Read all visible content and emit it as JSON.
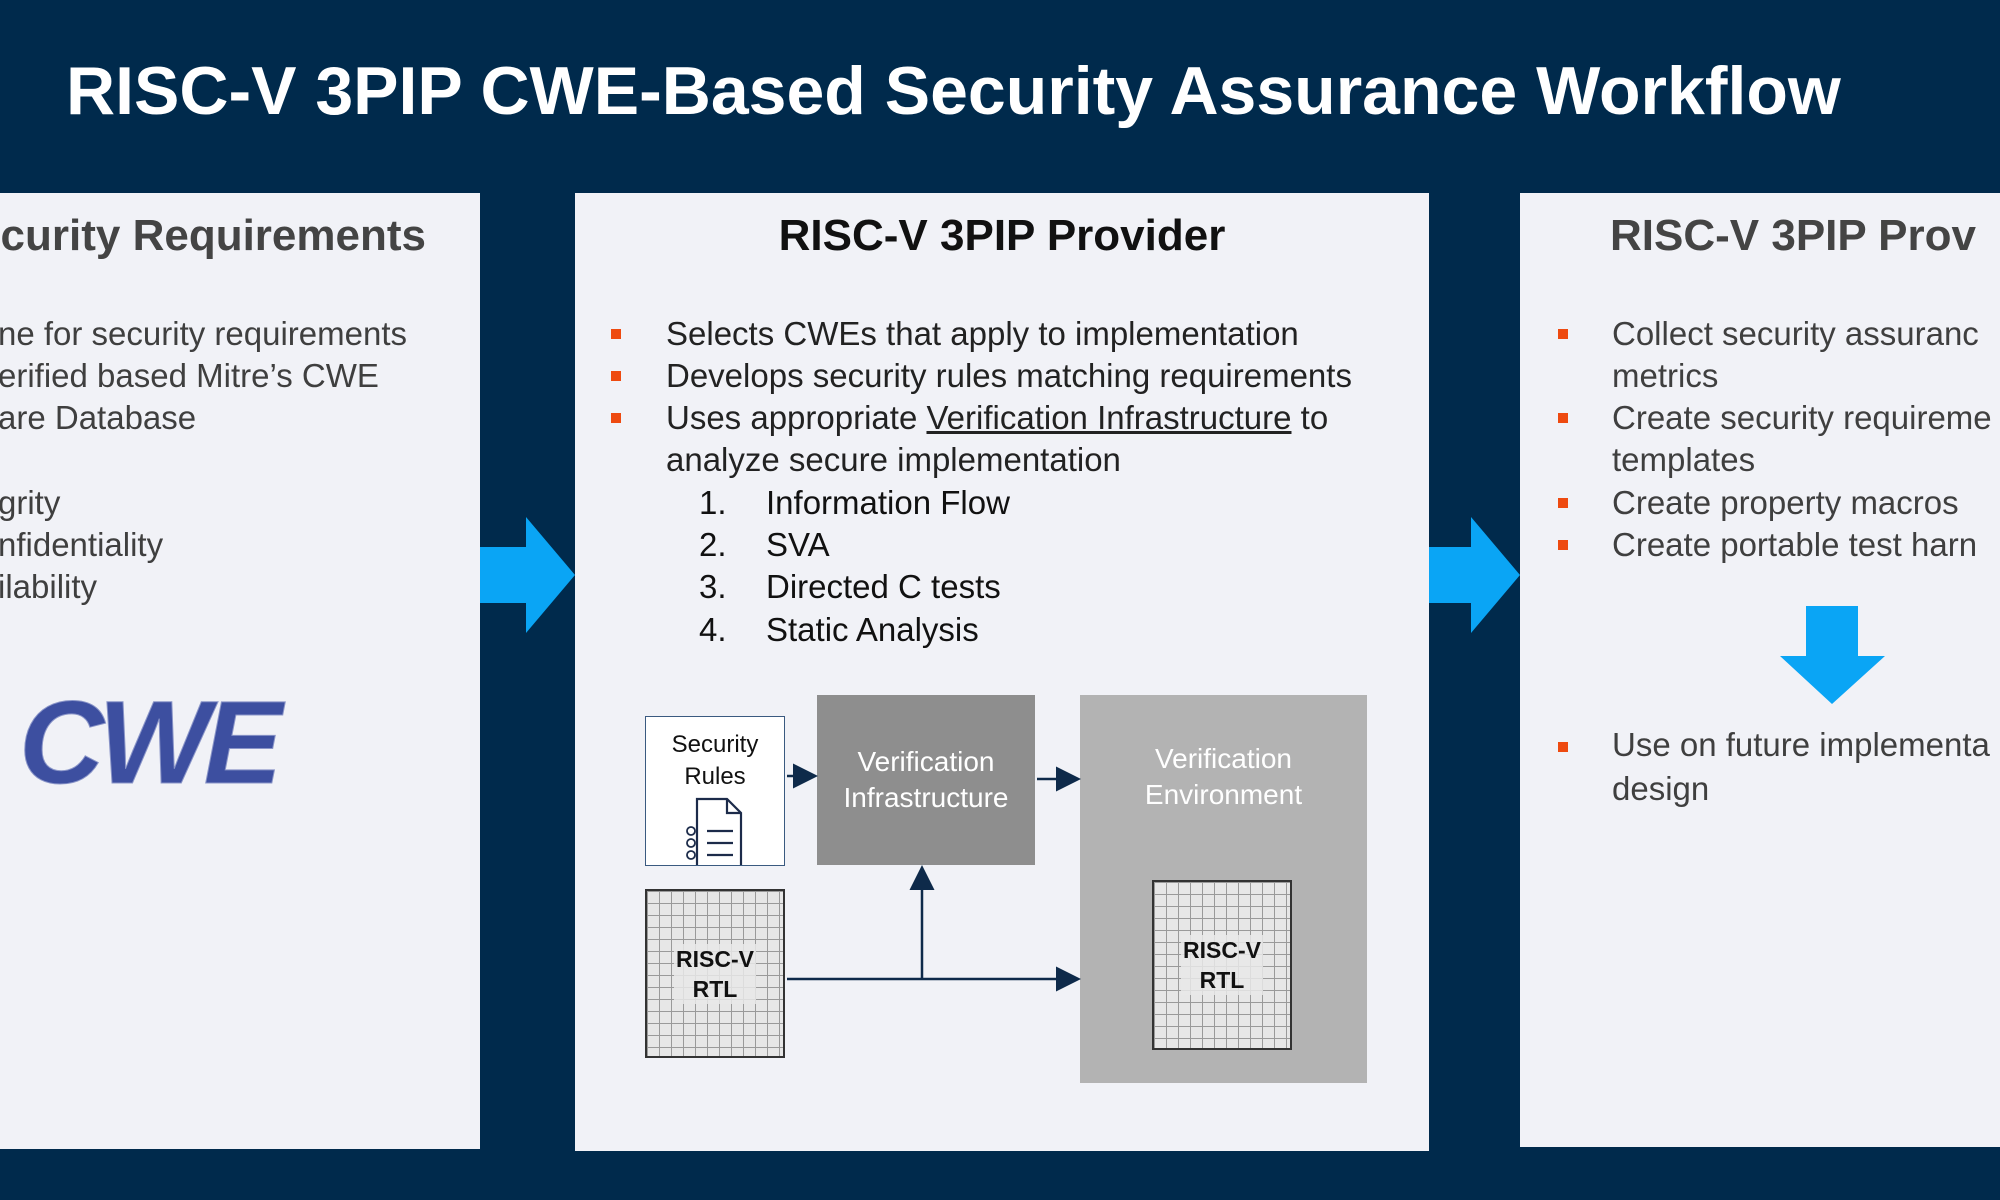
{
  "title": "RISC-V 3PIP CWE-Based Security Assurance Workflow",
  "left_panel": {
    "heading": "curity Requirements",
    "lines": [
      "ne for security requirements",
      "erified based Mitre’s CWE",
      "are Database",
      "grity",
      "nfidentiality",
      "ilability"
    ],
    "logo_text": "CWE"
  },
  "mid_panel": {
    "heading": "RISC-V 3PIP Provider",
    "bullets": [
      "Selects CWEs that apply to implementation",
      "Develops security rules matching requirements"
    ],
    "bullet3_pre": "Uses appropriate ",
    "bullet3_link": "Verification Infrastructure",
    "bullet3_post": " to",
    "bullet3_cont": "analyze secure implementation",
    "numbered": [
      {
        "num": "1.",
        "text": "Information Flow"
      },
      {
        "num": "2.",
        "text": "SVA"
      },
      {
        "num": "3.",
        "text": "Directed C tests"
      },
      {
        "num": "4.",
        "text": "Static Analysis"
      }
    ],
    "diagram": {
      "rules_line1": "Security",
      "rules_line2": "Rules",
      "infra_line1": "Verification",
      "infra_line2": "Infrastructure",
      "env_line1": "Verification",
      "env_line2": "Environment",
      "rtl_line1": "RISC-V",
      "rtl_line2": "RTL"
    }
  },
  "right_panel": {
    "heading": "RISC-V 3PIP Prov",
    "items": [
      "Collect security assuranc",
      "metrics",
      "Create security requireme",
      "templates",
      "Create property macros",
      "Create portable test harn",
      "Use on future implementa",
      "design"
    ]
  },
  "colors": {
    "background": "#002a4c",
    "panel": "#f1f2f7",
    "arrow": "#0aa5f5",
    "bullet": "#ee4a10"
  }
}
